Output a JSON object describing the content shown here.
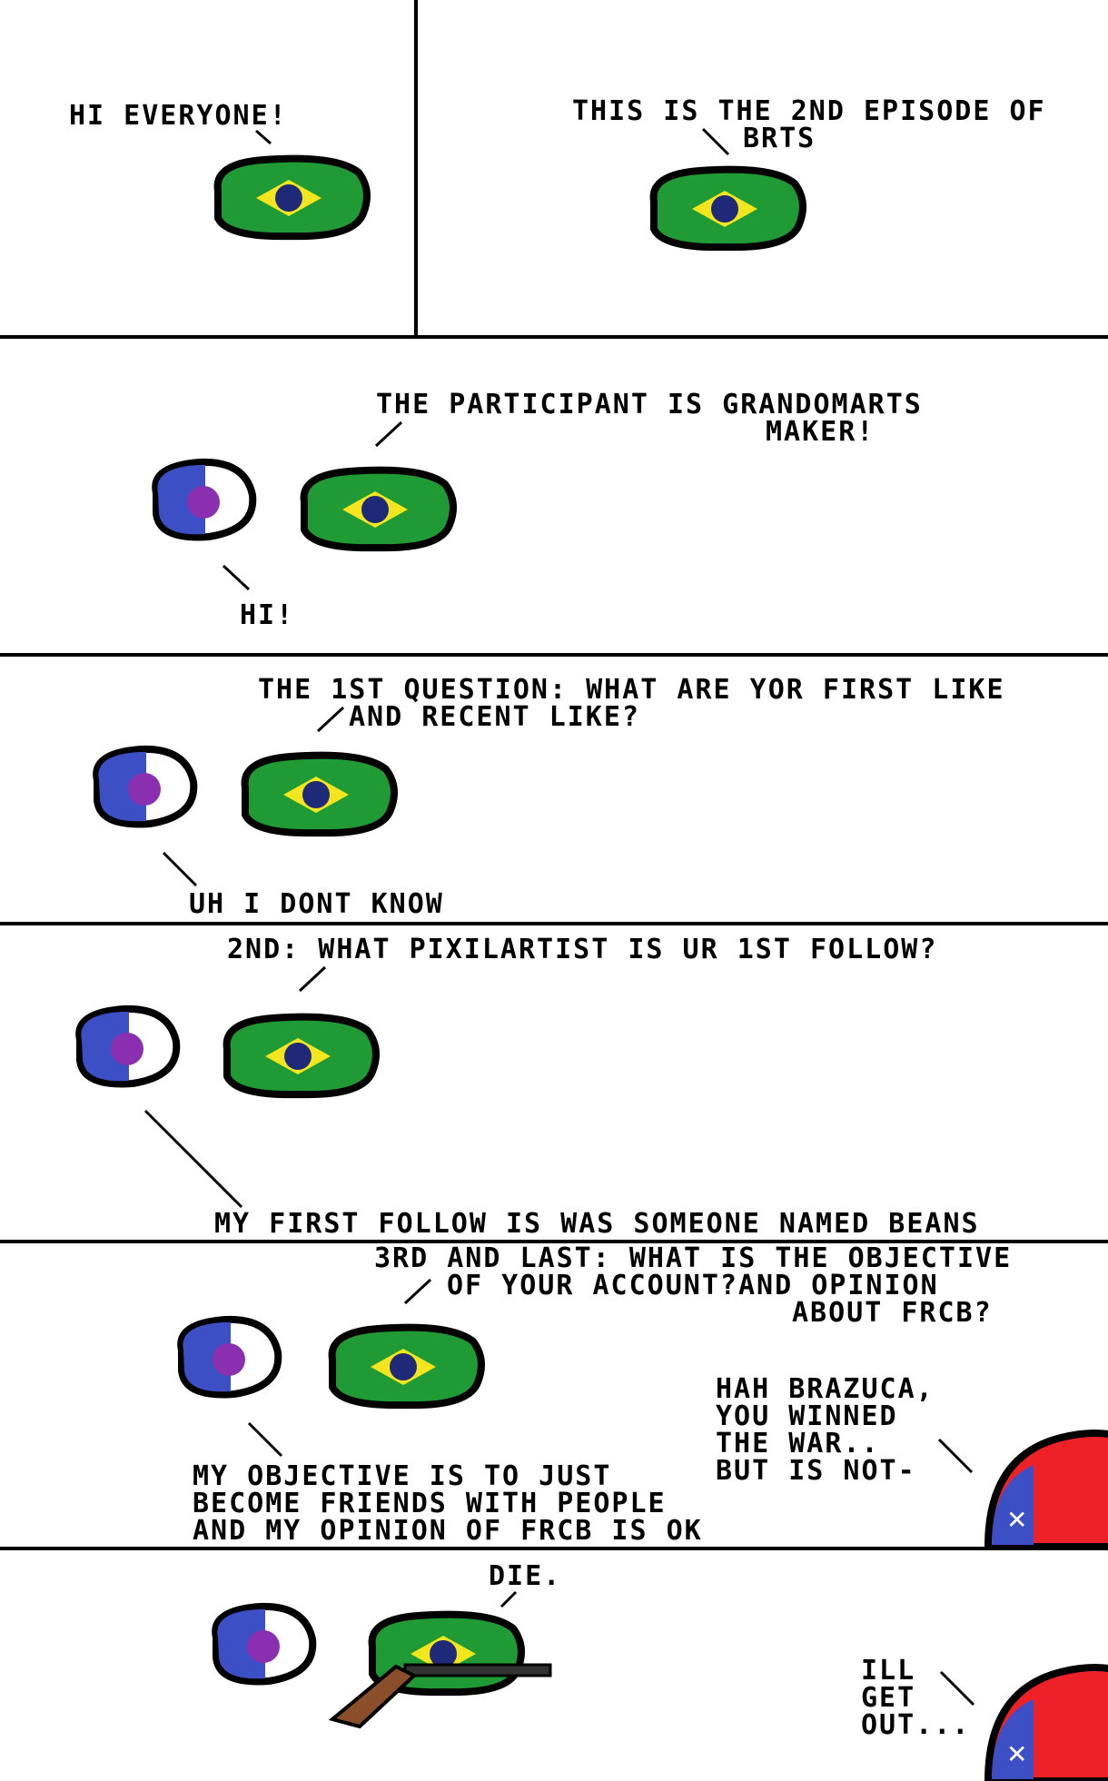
{
  "colors": {
    "brazil_green": "#1f9a35",
    "brazil_yellow": "#f4e61e",
    "brazil_blue": "#1e2a78",
    "ball_blue": "#3d4fc4",
    "ball_purple": "#8a2fb0",
    "red": "#ee2127",
    "outline": "#000000",
    "gun_wood": "#8a4f2a"
  },
  "panel1": {
    "speech_left": "HI EVERYONE!",
    "speech_right_line1": "THIS IS THE 2ND EPISODE OF",
    "speech_right_line2": "BRTS"
  },
  "panel2": {
    "speech_line1": "THE PARTICIPANT IS GRANDOMARTS",
    "speech_line2": "MAKER!",
    "reply": "HI!"
  },
  "panel3": {
    "speech_line1": "THE 1ST QUESTION: WHAT ARE YOR FIRST LIKE",
    "speech_line2": "AND RECENT LIKE?",
    "reply": "UH I DONT KNOW"
  },
  "panel4": {
    "speech": "2ND: WHAT PIXILARTIST IS UR 1ST FOLLOW?",
    "reply": "MY FIRST FOLLOW IS WAS SOMEONE NAMED BEANS"
  },
  "panel5": {
    "speech_line1": "3RD AND LAST: WHAT IS THE OBJECTIVE",
    "speech_line2": "OF YOUR ACCOUNT?AND OPINION",
    "speech_line3": "ABOUT FRCB?",
    "reply_line1": "MY OBJECTIVE IS TO JUST",
    "reply_line2": "BECOME FRIENDS WITH PEOPLE",
    "reply_line3": "AND MY OPINION OF FRCB IS OK",
    "intruder_line1": "HAH BRAZUCA,",
    "intruder_line2": "YOU WINNED",
    "intruder_line3": "THE WAR..",
    "intruder_line4": "BUT IS NOT-"
  },
  "panel6": {
    "speech": "DIE.",
    "intruder_line1": "ILL",
    "intruder_line2": "GET",
    "intruder_line3": "OUT..."
  }
}
